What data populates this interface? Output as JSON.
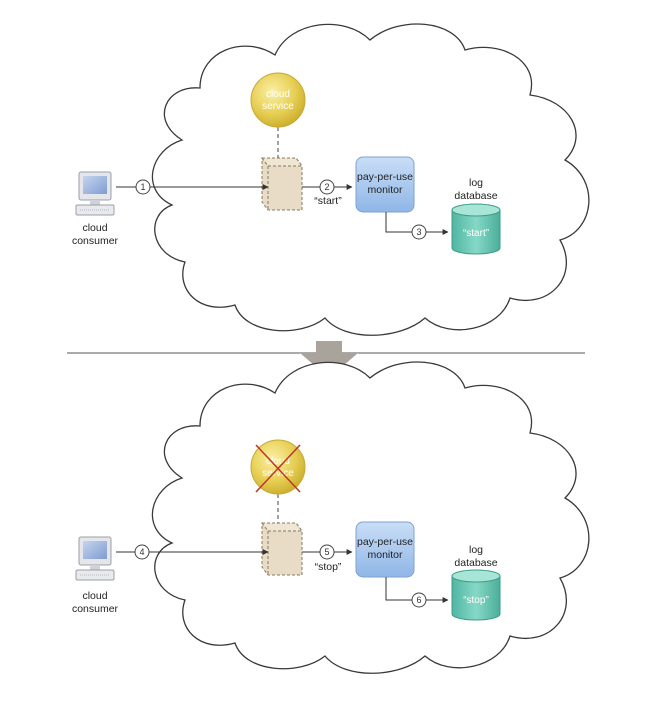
{
  "panels": [
    {
      "service_label_line1": "cloud",
      "service_label_line2": "service",
      "service_terminated": false,
      "consumer_label_line1": "cloud",
      "consumer_label_line2": "consumer",
      "monitor_label_line1": "pay-per-use",
      "monitor_label_line2": "monitor",
      "db_label_line1": "log",
      "db_label_line2": "database",
      "db_record": "“start”",
      "message_label": "“start”",
      "step_request": "1",
      "step_monitor": "2",
      "step_log": "3"
    },
    {
      "service_label_line1": "cloud",
      "service_label_line2": "service",
      "service_terminated": true,
      "consumer_label_line1": "cloud",
      "consumer_label_line2": "consumer",
      "monitor_label_line1": "pay-per-use",
      "monitor_label_line2": "monitor",
      "db_label_line1": "log",
      "db_label_line2": "database",
      "db_record": "“stop”",
      "message_label": "“stop”",
      "step_request": "4",
      "step_monitor": "5",
      "step_log": "6"
    }
  ],
  "colors": {
    "cloud_outline": "#3a3a3a",
    "service": "#e2c94a",
    "monitor": "#a8c8ee",
    "database": "#6cc9b6",
    "cross": "#c0392b",
    "transition_arrow": "#aaa39c"
  }
}
